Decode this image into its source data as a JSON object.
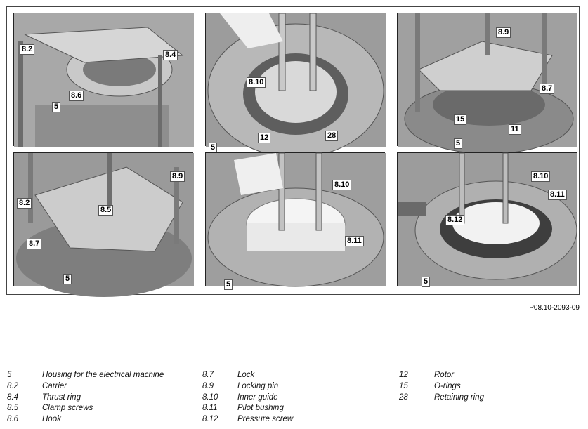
{
  "figure": {
    "reference": "P08.10-2093-09",
    "panels": [
      {
        "id": "p1",
        "callouts": [
          "8.2",
          "8.4",
          "8.6",
          "5"
        ]
      },
      {
        "id": "p2",
        "callouts": [
          "8.10",
          "12",
          "28",
          "5"
        ]
      },
      {
        "id": "p3",
        "callouts": [
          "8.9",
          "8.7",
          "15",
          "11",
          "5"
        ]
      },
      {
        "id": "p4",
        "callouts": [
          "8.9",
          "8.2",
          "8.5",
          "8.7",
          "5"
        ]
      },
      {
        "id": "p5",
        "callouts": [
          "8.10",
          "8.11",
          "5"
        ]
      },
      {
        "id": "p6",
        "callouts": [
          "8.10",
          "8.11",
          "8.12",
          "5"
        ]
      }
    ]
  },
  "legend": {
    "col1": [
      {
        "num": "5",
        "text": "Housing for the electrical machine"
      },
      {
        "num": "8.2",
        "text": "Carrier"
      },
      {
        "num": "8.4",
        "text": "Thrust ring"
      },
      {
        "num": "8.5",
        "text": "Clamp screws"
      },
      {
        "num": "8.6",
        "text": "Hook"
      }
    ],
    "col2": [
      {
        "num": "8.7",
        "text": "Lock"
      },
      {
        "num": "8.9",
        "text": "Locking pin"
      },
      {
        "num": "8.10",
        "text": "Inner guide"
      },
      {
        "num": "8.11",
        "text": "Pilot bushing"
      },
      {
        "num": "8.12",
        "text": "Pressure screw"
      }
    ],
    "col3": [
      {
        "num": "12",
        "text": "Rotor"
      },
      {
        "num": "15",
        "text": "O-rings"
      },
      {
        "num": "28",
        "text": "Retaining ring"
      }
    ]
  }
}
